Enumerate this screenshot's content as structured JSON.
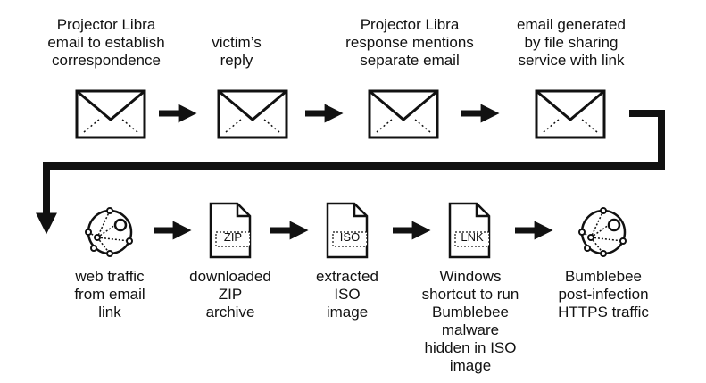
{
  "steps_top": [
    {
      "label": "Projector Libra\nemail to establish\ncorrespondence",
      "icon": "envelope-icon"
    },
    {
      "label": "victim’s\nreply",
      "icon": "envelope-icon"
    },
    {
      "label": "Projector Libra\nresponse mentions\nseparate email",
      "icon": "envelope-icon"
    },
    {
      "label": "email generated\nby file sharing\nservice with link",
      "icon": "envelope-icon"
    }
  ],
  "steps_bottom": [
    {
      "label": "web traffic\nfrom email\nlink",
      "icon": "network-globe-icon"
    },
    {
      "label": "downloaded\nZIP\narchive",
      "icon": "file-icon",
      "file_tag": "ZIP"
    },
    {
      "label": "extracted\nISO\nimage",
      "icon": "file-icon",
      "file_tag": "ISO"
    },
    {
      "label": "Windows\nshortcut to run\nBumblebee\nmalware\nhidden in ISO\nimage",
      "icon": "file-icon",
      "file_tag": "LNK"
    },
    {
      "label": "Bumblebee\npost-infection\nHTTPS traffic",
      "icon": "network-globe-icon"
    }
  ],
  "colors": {
    "ink": "#111111",
    "background": "#ffffff"
  }
}
